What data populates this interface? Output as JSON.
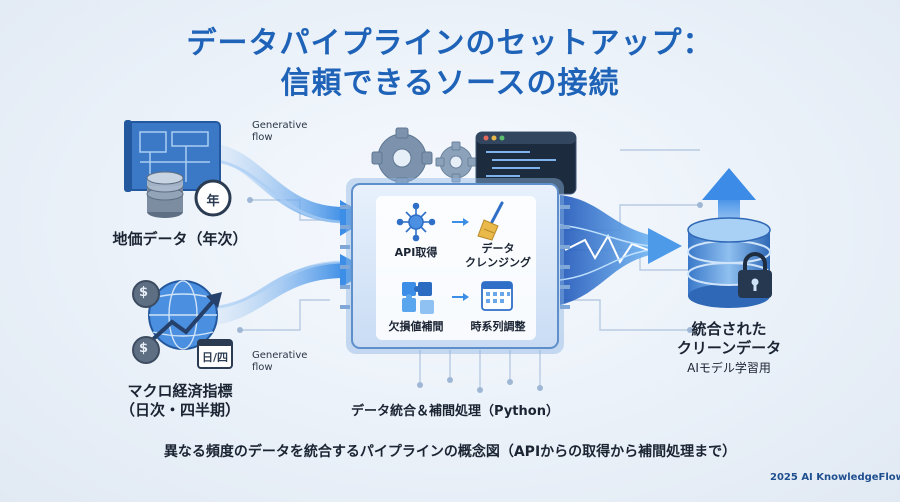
{
  "title": {
    "line1": "データパイプラインのセットアップ：",
    "line2": "信頼できるソースの接続"
  },
  "sources": {
    "land": {
      "label": "地価データ（年次）",
      "calendar_text": "年"
    },
    "macro": {
      "line1": "マクロ経済指標",
      "line2": "（日次・四半期）",
      "calendar_text": "日/四"
    }
  },
  "flow_labels": {
    "top": [
      "Generative",
      "flow"
    ],
    "bottom": [
      "Generative",
      "flow"
    ]
  },
  "pipeline": {
    "label": "データ統合＆補間処理（Python）",
    "steps": {
      "api": "API取得",
      "cleansing": [
        "データ",
        "クレンジング"
      ],
      "imputation": "欠損値補間",
      "timeseries": "時系列調整"
    }
  },
  "output": {
    "line1": "統合された",
    "line2": "クリーンデータ",
    "line3": "AIモデル学習用"
  },
  "caption": "異なる頻度のデータを統合するパイプラインの概念図（APIからの取得から補間処理まで）",
  "footer": "2025 AI KnowledgeFlow",
  "colors": {
    "title": "#1f63b8",
    "accent": "#2f7fe0",
    "panel": "#dce8f8"
  }
}
